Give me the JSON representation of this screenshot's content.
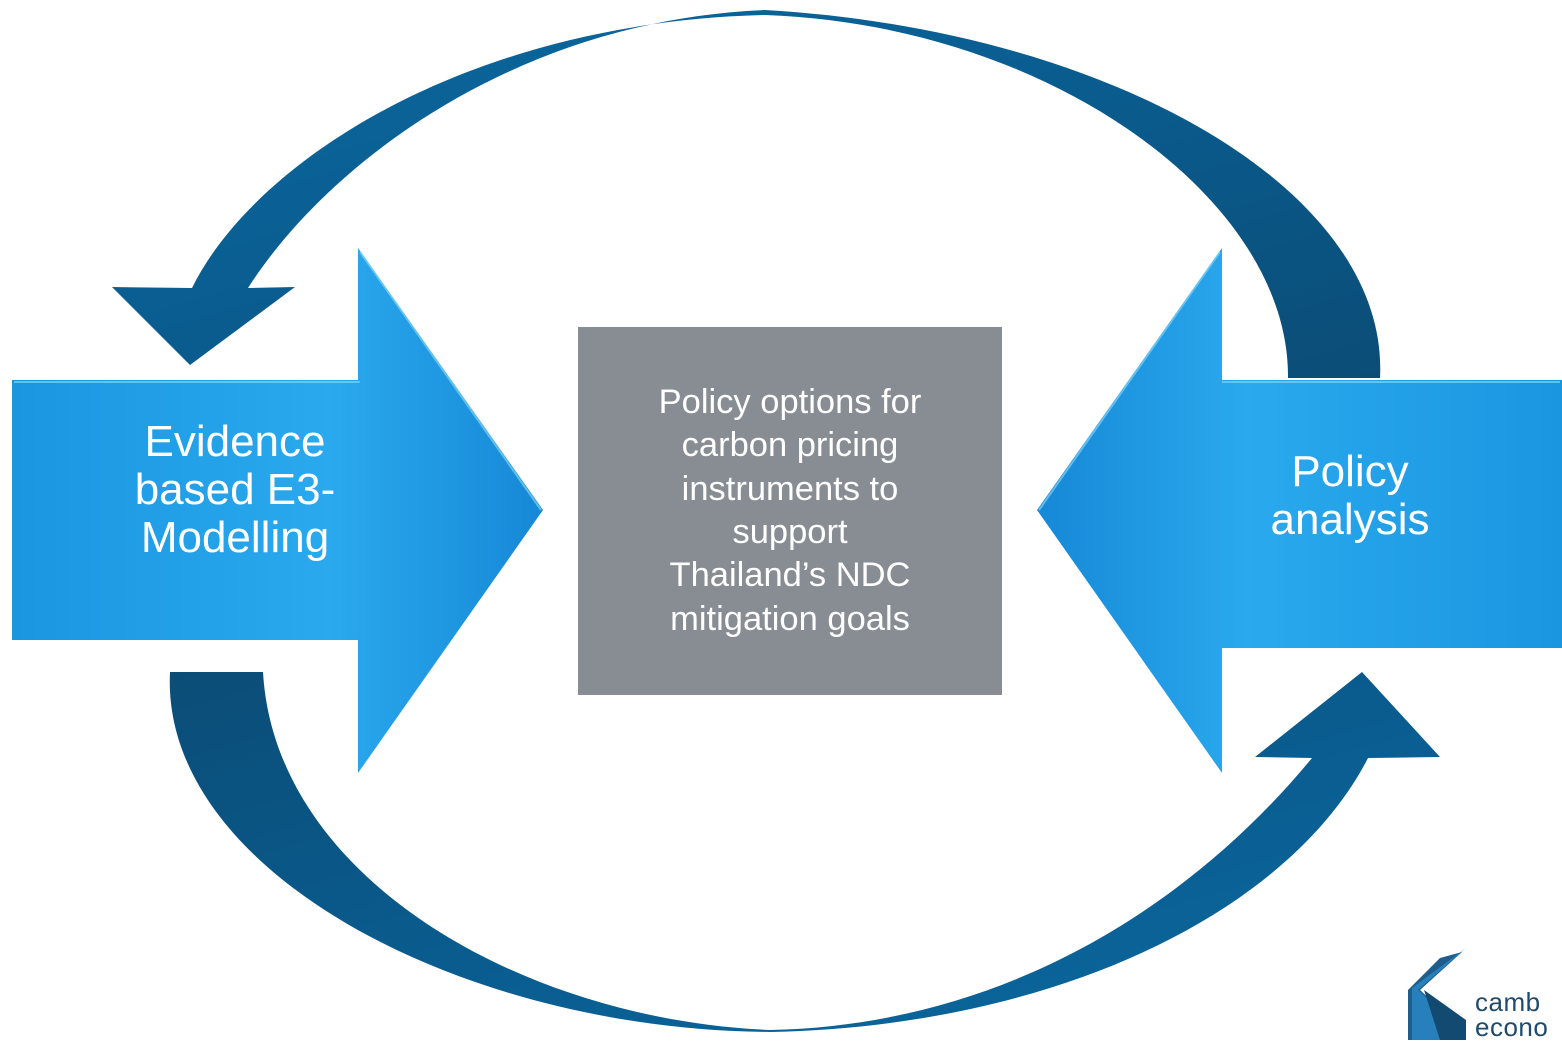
{
  "diagram": {
    "left_arrow": {
      "lines": [
        "Evidence",
        "based E3-",
        "Modelling"
      ]
    },
    "right_arrow": {
      "lines": [
        "Policy",
        "analysis"
      ]
    },
    "center_box": {
      "lines": [
        "Policy options for",
        "carbon pricing",
        "instruments to",
        "support",
        "Thailand’s NDC",
        "mitigation goals"
      ]
    },
    "cycle": {
      "top_arc_direction": "right-to-left",
      "bottom_arc_direction": "left-to-right"
    }
  },
  "logo": {
    "lines": [
      "camb",
      "econo"
    ]
  },
  "colors": {
    "arrow_blue_light": "#2aa9ee",
    "arrow_blue_dark": "#0f7cc6",
    "arc_blue_light": "#0b69a0",
    "arc_blue_dark": "#0b4d77",
    "center_box": "#878d92",
    "logo_text": "#1e4a6e"
  }
}
